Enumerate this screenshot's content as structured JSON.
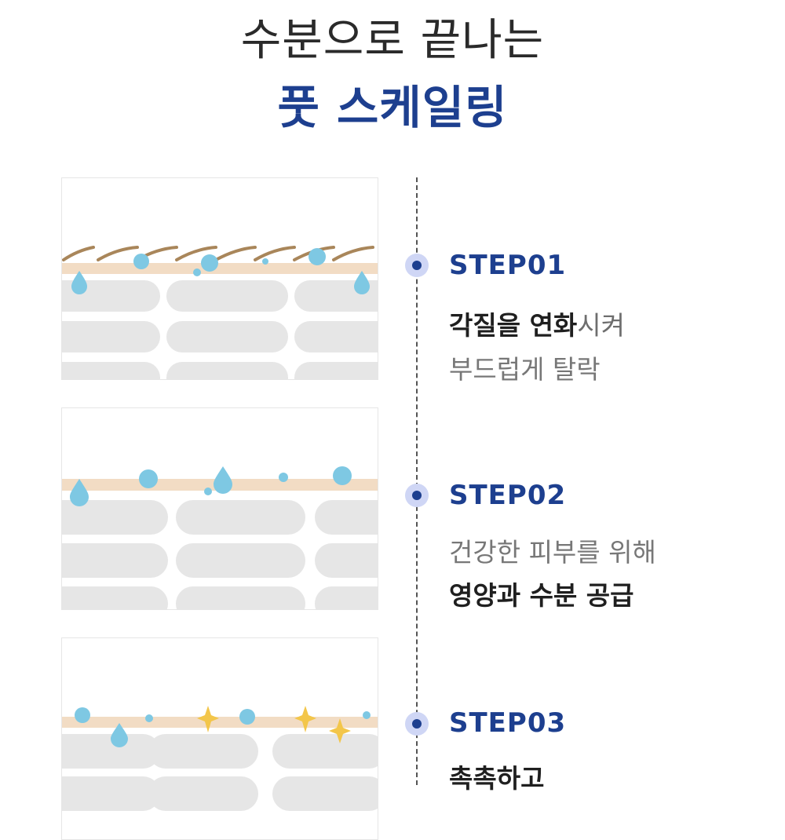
{
  "header": {
    "title_line1": "수분으로 끝나는",
    "title_line2": "풋 스케일링"
  },
  "steps": [
    {
      "label": "STEP01",
      "desc_line1_bold": "각질을 연화",
      "desc_line1_light": "시켜",
      "desc_line2": "부드럽게 탈락"
    },
    {
      "label": "STEP02",
      "desc_line1": "건강한 피부를 위해",
      "desc_line2": "영양과 수분 공급"
    },
    {
      "label": "STEP03",
      "desc_line1": "촉촉하고"
    }
  ],
  "colors": {
    "accent": "#1d3f8f",
    "water": "#7ec8e3",
    "skin_band": "#f2dcc4",
    "hair": "#a9865a",
    "sparkle": "#f3c64a",
    "cell": "#e6e6e6"
  },
  "icons": [
    "water-drop-icon",
    "water-bubble-icon",
    "sparkle-icon",
    "dead-skin-flake-icon"
  ]
}
